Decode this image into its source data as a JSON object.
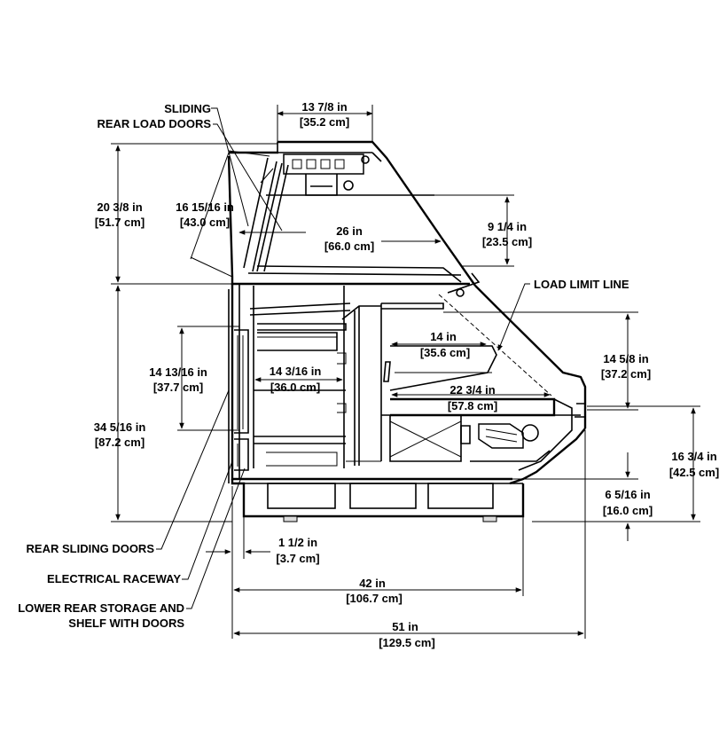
{
  "callouts": {
    "sliding_rear_load_doors_1": "SLIDING",
    "sliding_rear_load_doors_2": "REAR LOAD DOORS",
    "load_limit_line": "LOAD LIMIT LINE",
    "rear_sliding_doors": "REAR SLIDING DOORS",
    "electrical_raceway": "ELECTRICAL RACEWAY",
    "lower_rear_storage_1": "LOWER REAR STORAGE AND",
    "lower_rear_storage_2": "SHELF WITH DOORS"
  },
  "dimensions": {
    "top_width": {
      "imperial": "13 7/8 in",
      "metric": "[35.2 cm]"
    },
    "upper_height": {
      "imperial": "20 3/8 in",
      "metric": "[51.7 cm]"
    },
    "door_length": {
      "imperial": "16 15/16 in",
      "metric": "[43.0 cm]"
    },
    "upper_depth": {
      "imperial": "26 in",
      "metric": "[66.0 cm]"
    },
    "front_glass_height": {
      "imperial": "9 1/4 in",
      "metric": "[23.5 cm]"
    },
    "shelf_depth": {
      "imperial": "14 in",
      "metric": "[35.6 cm]"
    },
    "front_height": {
      "imperial": "14 5/8 in",
      "metric": "[37.2 cm]"
    },
    "storage_height": {
      "imperial": "14 13/16 in",
      "metric": "[37.7 cm]"
    },
    "storage_depth": {
      "imperial": "14 3/16 in",
      "metric": "[36.0 cm]"
    },
    "deck_depth": {
      "imperial": "22 3/4 in",
      "metric": "[57.8 cm]"
    },
    "lower_height": {
      "imperial": "34 5/16 in",
      "metric": "[87.2 cm]"
    },
    "deck_height": {
      "imperial": "16 3/4 in",
      "metric": "[42.5 cm]"
    },
    "base_height": {
      "imperial": "6 5/16 in",
      "metric": "[16.0 cm]"
    },
    "raceway_offset": {
      "imperial": "1 1/2 in",
      "metric": "[3.7 cm]"
    },
    "base_depth": {
      "imperial": "42 in",
      "metric": "[106.7 cm]"
    },
    "overall_depth": {
      "imperial": "51 in",
      "metric": "[129.5 cm]"
    }
  }
}
